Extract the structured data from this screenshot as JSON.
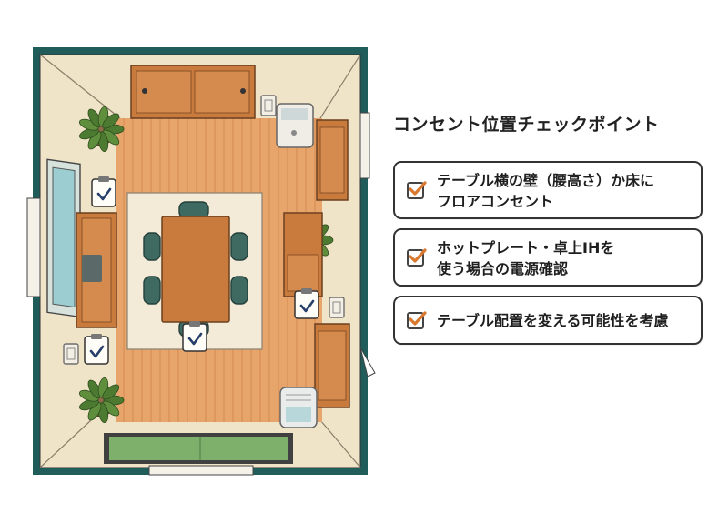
{
  "checklist": {
    "title": "コンセント位置チェックポイント",
    "items": [
      {
        "lines": [
          "テーブル横の壁（腰高さ）か床に",
          "フロアコンセント"
        ],
        "checked": true
      },
      {
        "lines": [
          "ホットプレート・卓上IHを",
          "使う場合の電源確認"
        ],
        "checked": true
      },
      {
        "lines": [
          "テーブル配置を変える可能性を考慮"
        ],
        "checked": true
      }
    ]
  },
  "colors": {
    "wall": "#1f5c5a",
    "floor_light": "#efe3c8",
    "wood": "#e8a56b",
    "furniture": "#c97b3d",
    "chair": "#3f6a62",
    "rug": "#f3ead7",
    "mat": "#7fb06b",
    "check": "#d9782f",
    "window": "#9ccdd0"
  }
}
